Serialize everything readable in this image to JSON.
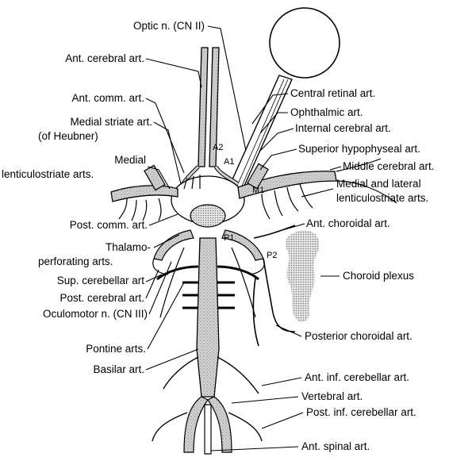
{
  "labels": {
    "optic_nerve": "Optic n. (CN II)",
    "ant_cerebral": "Ant. cerebral art.",
    "ant_comm": "Ant. comm. art.",
    "medial_striate_1": "Medial striate art.",
    "medial_striate_2": "(of Heubner)",
    "medial_lent_1": "Medial",
    "medial_lent_2": "lenticulostriate arts.",
    "post_comm": "Post. comm. art.",
    "thalamo_1": "Thalamo-",
    "thalamo_2": "perforating arts.",
    "sup_cerebellar": "Sup. cerebellar art",
    "post_cerebral": "Post. cerebral art.",
    "oculomotor": "Oculomotor n. (CN III)",
    "pontine": "Pontine arts.",
    "basilar": "Basilar art.",
    "central_retinal": "Central retinal art.",
    "ophthalmic": "Ophthalmic art.",
    "internal_cerebral": "Internal cerebral art.",
    "sup_hypophyseal": "Superior hypophyseal art.",
    "middle_cerebral": "Middle cerebral art.",
    "medial_lateral_1": "Medial and lateral",
    "medial_lateral_2": "lenticulostriate arts.",
    "ant_choroidal": "Ant. choroidal art.",
    "choroid_plexus": "Choroid plexus",
    "post_choroidal": "Posterior choroidal art.",
    "ant_inf_cerebellar": "Ant. inf. cerebellar art.",
    "vertebral": "Vertebral art.",
    "post_inf_cerebellar": "Post. inf. cerebellar art.",
    "ant_spinal": "Ant. spinal art."
  },
  "segments": {
    "a1": "A1",
    "a2": "A2",
    "m1": "M1",
    "p1": "P1",
    "p2": "P2"
  },
  "colors": {
    "vessel_fill": "#d0d0d0",
    "vessel_stroke": "#000000",
    "plexus_fill": "#c8c8c8",
    "background": "#ffffff"
  }
}
